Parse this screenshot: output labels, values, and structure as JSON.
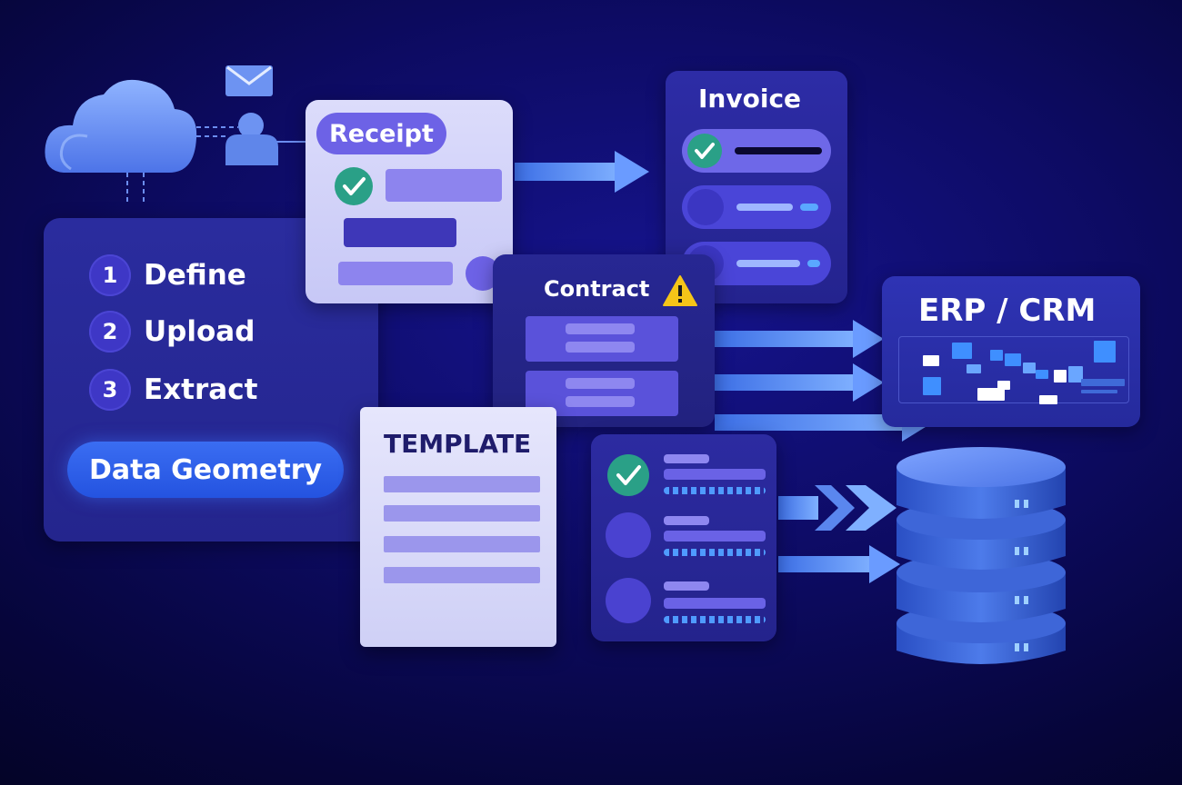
{
  "steps": [
    {
      "num": "1",
      "label": "Define"
    },
    {
      "num": "2",
      "label": "Upload"
    },
    {
      "num": "3",
      "label": "Extract"
    }
  ],
  "cta_label": "Data Geometry",
  "cards": {
    "receipt": "Receipt",
    "invoice": "Invoice",
    "contract": "Contract",
    "erp": "ERP / CRM",
    "template": "TEMPLATE"
  },
  "icons": [
    "cloud-icon",
    "mail-icon",
    "user-icon",
    "check-icon",
    "warning-icon",
    "database-icon",
    "arrow-icon"
  ],
  "colors": {
    "background": "#0d0b63",
    "accent_blue": "#3a6df2",
    "check_green": "#2aa087",
    "warning_yellow": "#f5c518",
    "arrow": "#5b8ef5"
  }
}
